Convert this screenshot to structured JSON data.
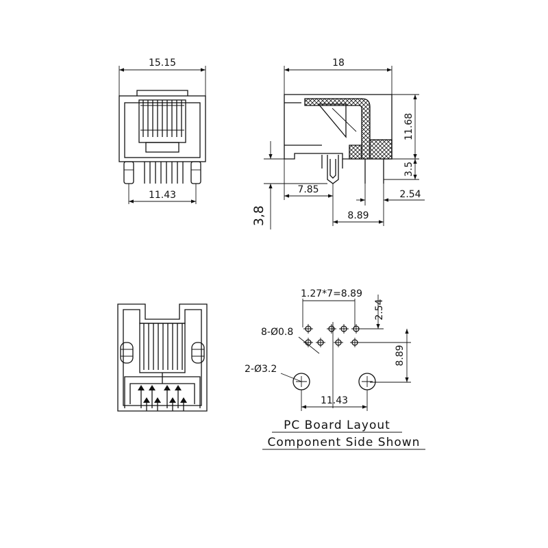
{
  "front_view": {
    "width_label": "15.15",
    "pin_span_label": "11.43"
  },
  "side_view": {
    "length_label": "18",
    "height_label": "11.68",
    "standoff_label": "3.5",
    "pin_offset_label": "7.85",
    "peg_offset_label": "2.54",
    "row_spacing_label": "8.89",
    "pin_length_label": "3,8"
  },
  "pcb_layout": {
    "pitch_label": "1.27*7=8.89",
    "row_offset_label": "2.54",
    "pin_holes_label": "8-Ø0.8",
    "peg_holes_label": "2-Ø3.2",
    "vertical_label": "8.89",
    "peg_span_label": "11.43",
    "caption_line1": "PC Board Layout",
    "caption_line2": "Component Side Shown"
  }
}
